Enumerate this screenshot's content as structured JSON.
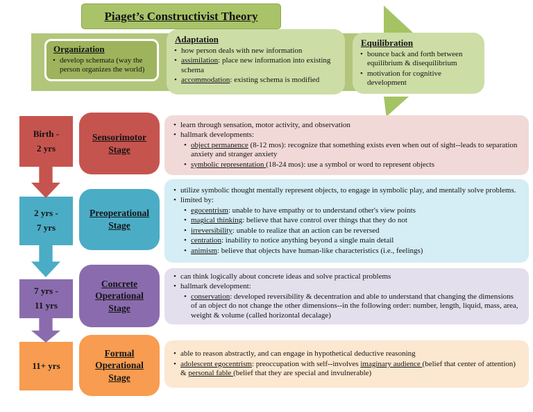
{
  "title": "Piaget’s Constructivist Theory",
  "colors": {
    "green_title": "#a8c368",
    "green_title_border": "#8fa851",
    "green_band": "#b2c67b",
    "green_dark_box": "#9db45c",
    "green_light_box": "#cddda6",
    "green_arrow": "#a5c363"
  },
  "top_boxes": [
    {
      "heading": "Organization",
      "bullets": [
        {
          "indent": 0,
          "runs": [
            {
              "u": false,
              "t": "develop schemata (way the person organizes the world)"
            }
          ]
        }
      ]
    },
    {
      "heading": "Adaptation",
      "bullets": [
        {
          "indent": 0,
          "runs": [
            {
              "u": false,
              "t": "how person deals with new information"
            }
          ]
        },
        {
          "indent": 0,
          "runs": [
            {
              "u": true,
              "t": "assimilation"
            },
            {
              "u": false,
              "t": ": place new information into existing schema"
            }
          ]
        },
        {
          "indent": 0,
          "runs": [
            {
              "u": true,
              "t": "accommodation"
            },
            {
              "u": false,
              "t": ": existing schema is modified"
            }
          ]
        }
      ]
    },
    {
      "heading": "Equilibration",
      "bullets": [
        {
          "indent": 0,
          "runs": [
            {
              "u": false,
              "t": "bounce back and forth between equilibrium & disequilibrium"
            }
          ]
        },
        {
          "indent": 0,
          "runs": [
            {
              "u": false,
              "t": "motivation for cognitive development"
            }
          ]
        }
      ]
    }
  ],
  "stages": [
    {
      "age": "Birth -\n2 yrs",
      "name": "Sensorimotor\nStage",
      "color": "#c6544e",
      "light": "#f1d9d7",
      "bullets": [
        {
          "indent": 0,
          "runs": [
            {
              "u": false,
              "t": "learn through sensation, motor activity, and observation"
            }
          ]
        },
        {
          "indent": 0,
          "runs": [
            {
              "u": false,
              "t": "hallmark developments:"
            }
          ]
        },
        {
          "indent": 1,
          "runs": [
            {
              "u": true,
              "t": "object permanence"
            },
            {
              "u": false,
              "t": " (8-12 mos): recognize that something exists even when out of sight--leads to separation anxiety and stranger anxiety"
            }
          ]
        },
        {
          "indent": 1,
          "runs": [
            {
              "u": true,
              "t": "symbolic representation "
            },
            {
              "u": false,
              "t": "(18-24 mos): use a symbol or word to represent objects"
            }
          ]
        }
      ]
    },
    {
      "age": "2 yrs -\n7 yrs",
      "name": "Preoperational\nStage",
      "color": "#4bacc6",
      "light": "#d5edf4",
      "bullets": [
        {
          "indent": 0,
          "runs": [
            {
              "u": false,
              "t": "utilize symbolic thought mentally represent objects, to engage in symbolic play, and mentally solve problems."
            }
          ]
        },
        {
          "indent": 0,
          "runs": [
            {
              "u": false,
              "t": "limited by:"
            }
          ]
        },
        {
          "indent": 1,
          "runs": [
            {
              "u": true,
              "t": "egocentrism"
            },
            {
              "u": false,
              "t": ": unable to have empathy or to understand other's view points"
            }
          ]
        },
        {
          "indent": 1,
          "runs": [
            {
              "u": true,
              "t": "magical thinking"
            },
            {
              "u": false,
              "t": ": believe that have control over things that they do not"
            }
          ]
        },
        {
          "indent": 1,
          "runs": [
            {
              "u": true,
              "t": "irreversibility"
            },
            {
              "u": false,
              "t": ": unable to realize that an action can be reversed"
            }
          ]
        },
        {
          "indent": 1,
          "runs": [
            {
              "u": true,
              "t": "centration"
            },
            {
              "u": false,
              "t": ": inability to notice anything beyond a single main detail"
            }
          ]
        },
        {
          "indent": 1,
          "runs": [
            {
              "u": true,
              "t": "animism"
            },
            {
              "u": false,
              "t": ": believe that objects have human-like characteristics (i.e., feelings)"
            }
          ]
        }
      ]
    },
    {
      "age": "7 yrs -\n11 yrs",
      "name": "Concrete\nOperational\nStage",
      "color": "#8a6cae",
      "light": "#e4dfec",
      "bullets": [
        {
          "indent": 0,
          "runs": [
            {
              "u": false,
              "t": "can think logically about concrete ideas and solve practical problems"
            }
          ]
        },
        {
          "indent": 0,
          "runs": [
            {
              "u": false,
              "t": "hallmark development:"
            }
          ]
        },
        {
          "indent": 1,
          "runs": [
            {
              "u": true,
              "t": "conservation"
            },
            {
              "u": false,
              "t": ": developed reversibility & decentration and able to understand that changing the dimensions of an object do not change the other dimensions--in the following order: number, length, liquid, mass, area, weight & volume (called horizontal decalage)"
            }
          ]
        }
      ]
    },
    {
      "age": "11+ yrs",
      "name": "Formal\nOperational\nStage",
      "color": "#f79c50",
      "light": "#fce7d0",
      "bullets": [
        {
          "indent": 0,
          "runs": [
            {
              "u": false,
              "t": "able to reason abstractly, and can engage in hypothetical deductive reasoning"
            }
          ]
        },
        {
          "indent": 0,
          "runs": [
            {
              "u": true,
              "t": "adolescent egocentrism"
            },
            {
              "u": false,
              "t": ": preoccupation with self--involves "
            },
            {
              "u": true,
              "t": "imaginary audience "
            },
            {
              "u": false,
              "t": "(belief that center of attention) & "
            },
            {
              "u": true,
              "t": "personal fable "
            },
            {
              "u": false,
              "t": "(belief that they are special and invulnerable)"
            }
          ]
        }
      ]
    }
  ]
}
